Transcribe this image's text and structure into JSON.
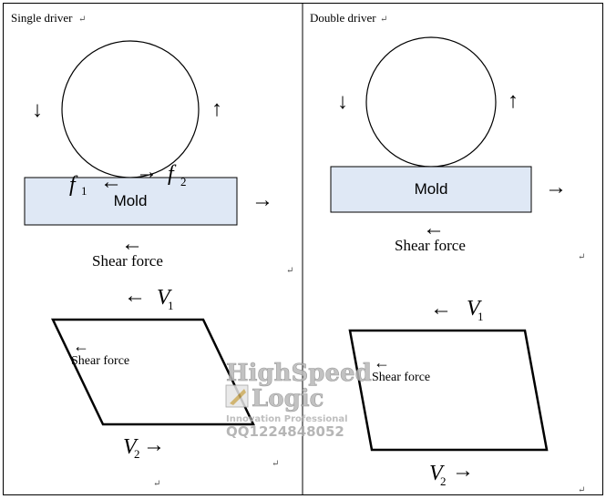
{
  "panels": {
    "left": {
      "title": "Single driver",
      "mold": "Mold",
      "f1": "f",
      "f1_sub": "1",
      "f2": "f",
      "f2_sub": "2",
      "shear_top": "Shear force",
      "v1": "V",
      "v1_sub": "1",
      "shear_inner": "Shear force",
      "v2": "V",
      "v2_sub": "2"
    },
    "right": {
      "title": "Double driver",
      "mold": "Mold",
      "shear_top": "Shear force",
      "v1": "V",
      "v1_sub": "1",
      "shear_inner": "Shear force",
      "v2": "V",
      "v2_sub": "2"
    }
  },
  "glyphs": {
    "down": "↓",
    "up": "↑",
    "left": "←",
    "right": "→",
    "return_mark": "↵"
  },
  "watermark": {
    "line1": "HighSpeed",
    "line2": "Logic",
    "line3": "Innovation Professional",
    "line4": "QQ1224848052"
  },
  "colors": {
    "mold_fill": "#dfe8f5",
    "line": "#000000",
    "watermark": "#aaaaaa"
  }
}
